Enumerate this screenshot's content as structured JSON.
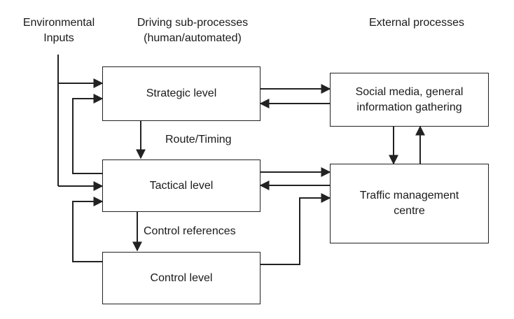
{
  "headers": {
    "environmental": [
      "Environmental",
      "Inputs"
    ],
    "driving": [
      "Driving sub-processes",
      "(human/automated)"
    ],
    "external": "External processes"
  },
  "boxes": {
    "strategic": "Strategic level",
    "tactical": "Tactical level",
    "control": "Control level",
    "social": [
      "Social media, general",
      "information gathering"
    ],
    "traffic": [
      "Traffic management",
      "centre"
    ]
  },
  "edge_labels": {
    "route_timing": "Route/Timing",
    "control_references": "Control references"
  },
  "colors": {
    "line": "#222222",
    "box_border": "#222222",
    "text": "#1a1a1a"
  }
}
